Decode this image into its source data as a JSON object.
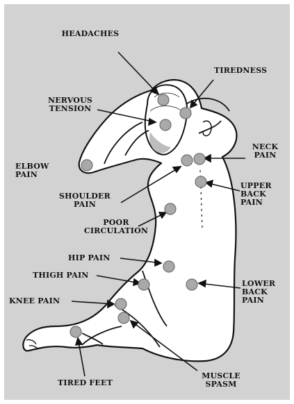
{
  "diagram": {
    "colors": {
      "background": "#d2d2d2",
      "body_fill": "#ffffff",
      "outline": "#111111",
      "marker_fill": "#a9a9a9",
      "marker_stroke": "#6e6e6e",
      "text": "#111111"
    },
    "labels": {
      "headaches": "HEADACHES",
      "tiredness": "TIREDNESS",
      "nervous_tension": "NERVOUS\nTENSION",
      "neck_pain": "NECK\nPAIN",
      "elbow_pain": "ELBOW\nPAIN",
      "upper_back_pain": "UPPER\nBACK\nPAIN",
      "shoulder_pain": "SHOULDER\nPAIN",
      "poor_circulation": "POOR\nCIRCULATION",
      "hip_pain": "HIP PAIN",
      "thigh_pain": "THIGH PAIN",
      "lower_back_pain": "LOWER\nBACK\nPAIN",
      "knee_pain": "KNEE PAIN",
      "tired_feet": "TIRED FEET",
      "muscle_spasm": "MUSCLE\nSPASM"
    }
  }
}
